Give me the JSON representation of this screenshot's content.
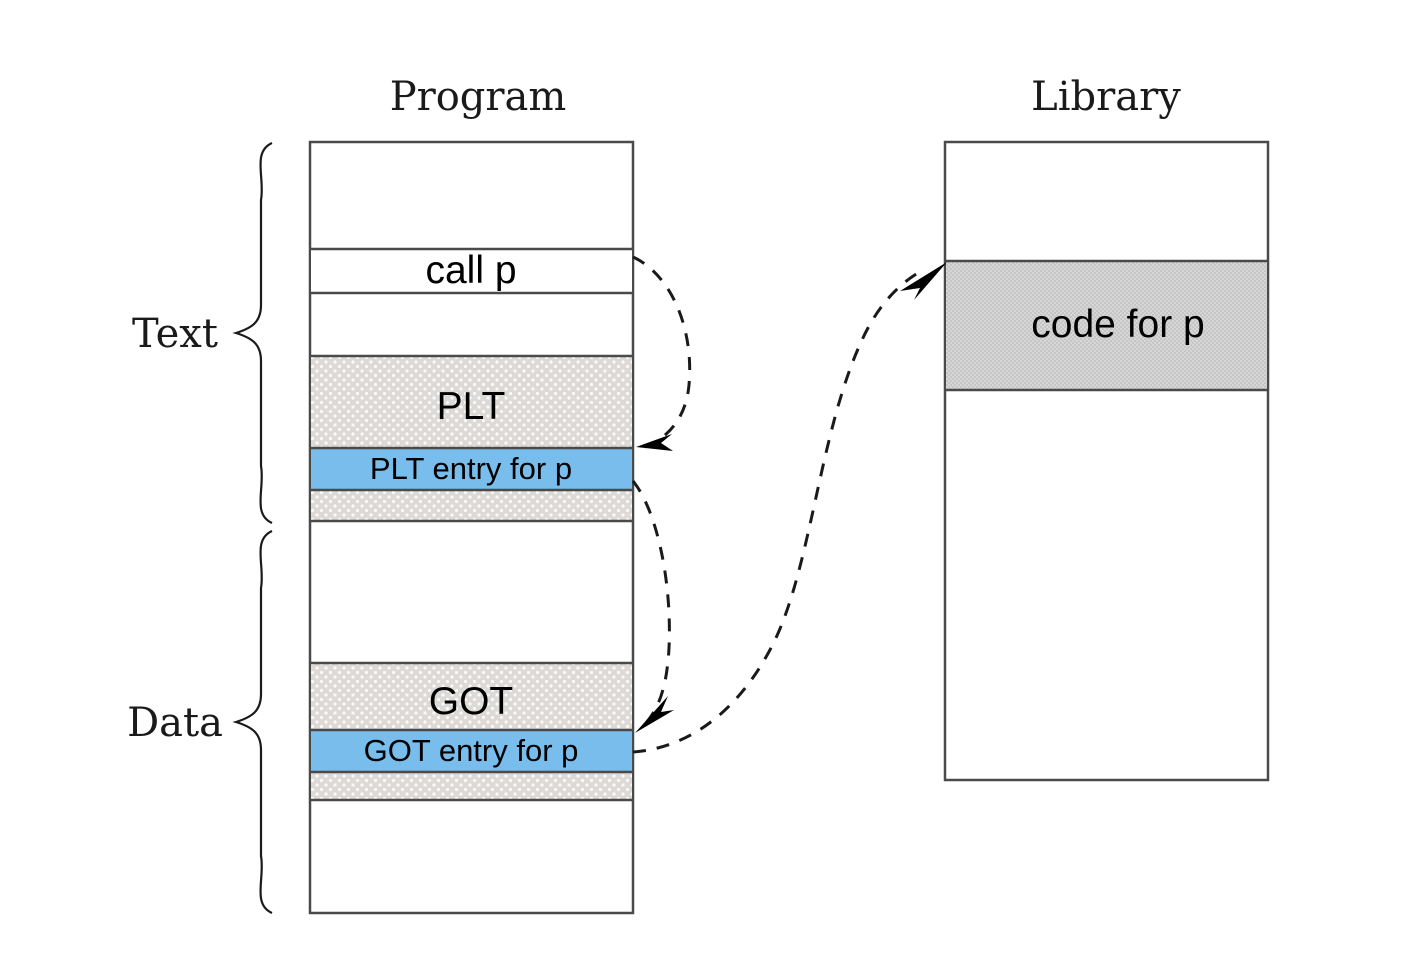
{
  "figure": {
    "title_program": "Program",
    "title_library": "Library",
    "brace_labels": {
      "text": "Text",
      "data": "Data"
    }
  },
  "program_box": {
    "bands": [
      {
        "key": "call_p",
        "label": "call p",
        "fill": "white"
      },
      {
        "key": "plt",
        "label": "PLT",
        "fill": "stipple-gray"
      },
      {
        "key": "plt_entry_p",
        "label": "PLT entry for p",
        "fill": "blue"
      },
      {
        "key": "got",
        "label": "GOT",
        "fill": "stipple-gray"
      },
      {
        "key": "got_entry_p",
        "label": "GOT entry for p",
        "fill": "blue"
      }
    ]
  },
  "library_box": {
    "bands": [
      {
        "key": "code_for_p",
        "label": "code for p",
        "fill": "hatch-gray"
      }
    ]
  },
  "arrows": [
    {
      "key": "call-to-plt-entry",
      "from": "call p",
      "to": "PLT entry for p"
    },
    {
      "key": "plt-entry-to-got",
      "from": "PLT entry for p",
      "to": "GOT entry for p"
    },
    {
      "key": "got-entry-to-code",
      "from": "GOT entry for p",
      "to": "code for p"
    }
  ],
  "colors": {
    "blue_band": "#78bdec",
    "gray_stipple": "#dcd9d6",
    "gray_hatch": "#c9c9c9",
    "outline": "#4a4a4a",
    "ink": "#1a1a1a"
  }
}
